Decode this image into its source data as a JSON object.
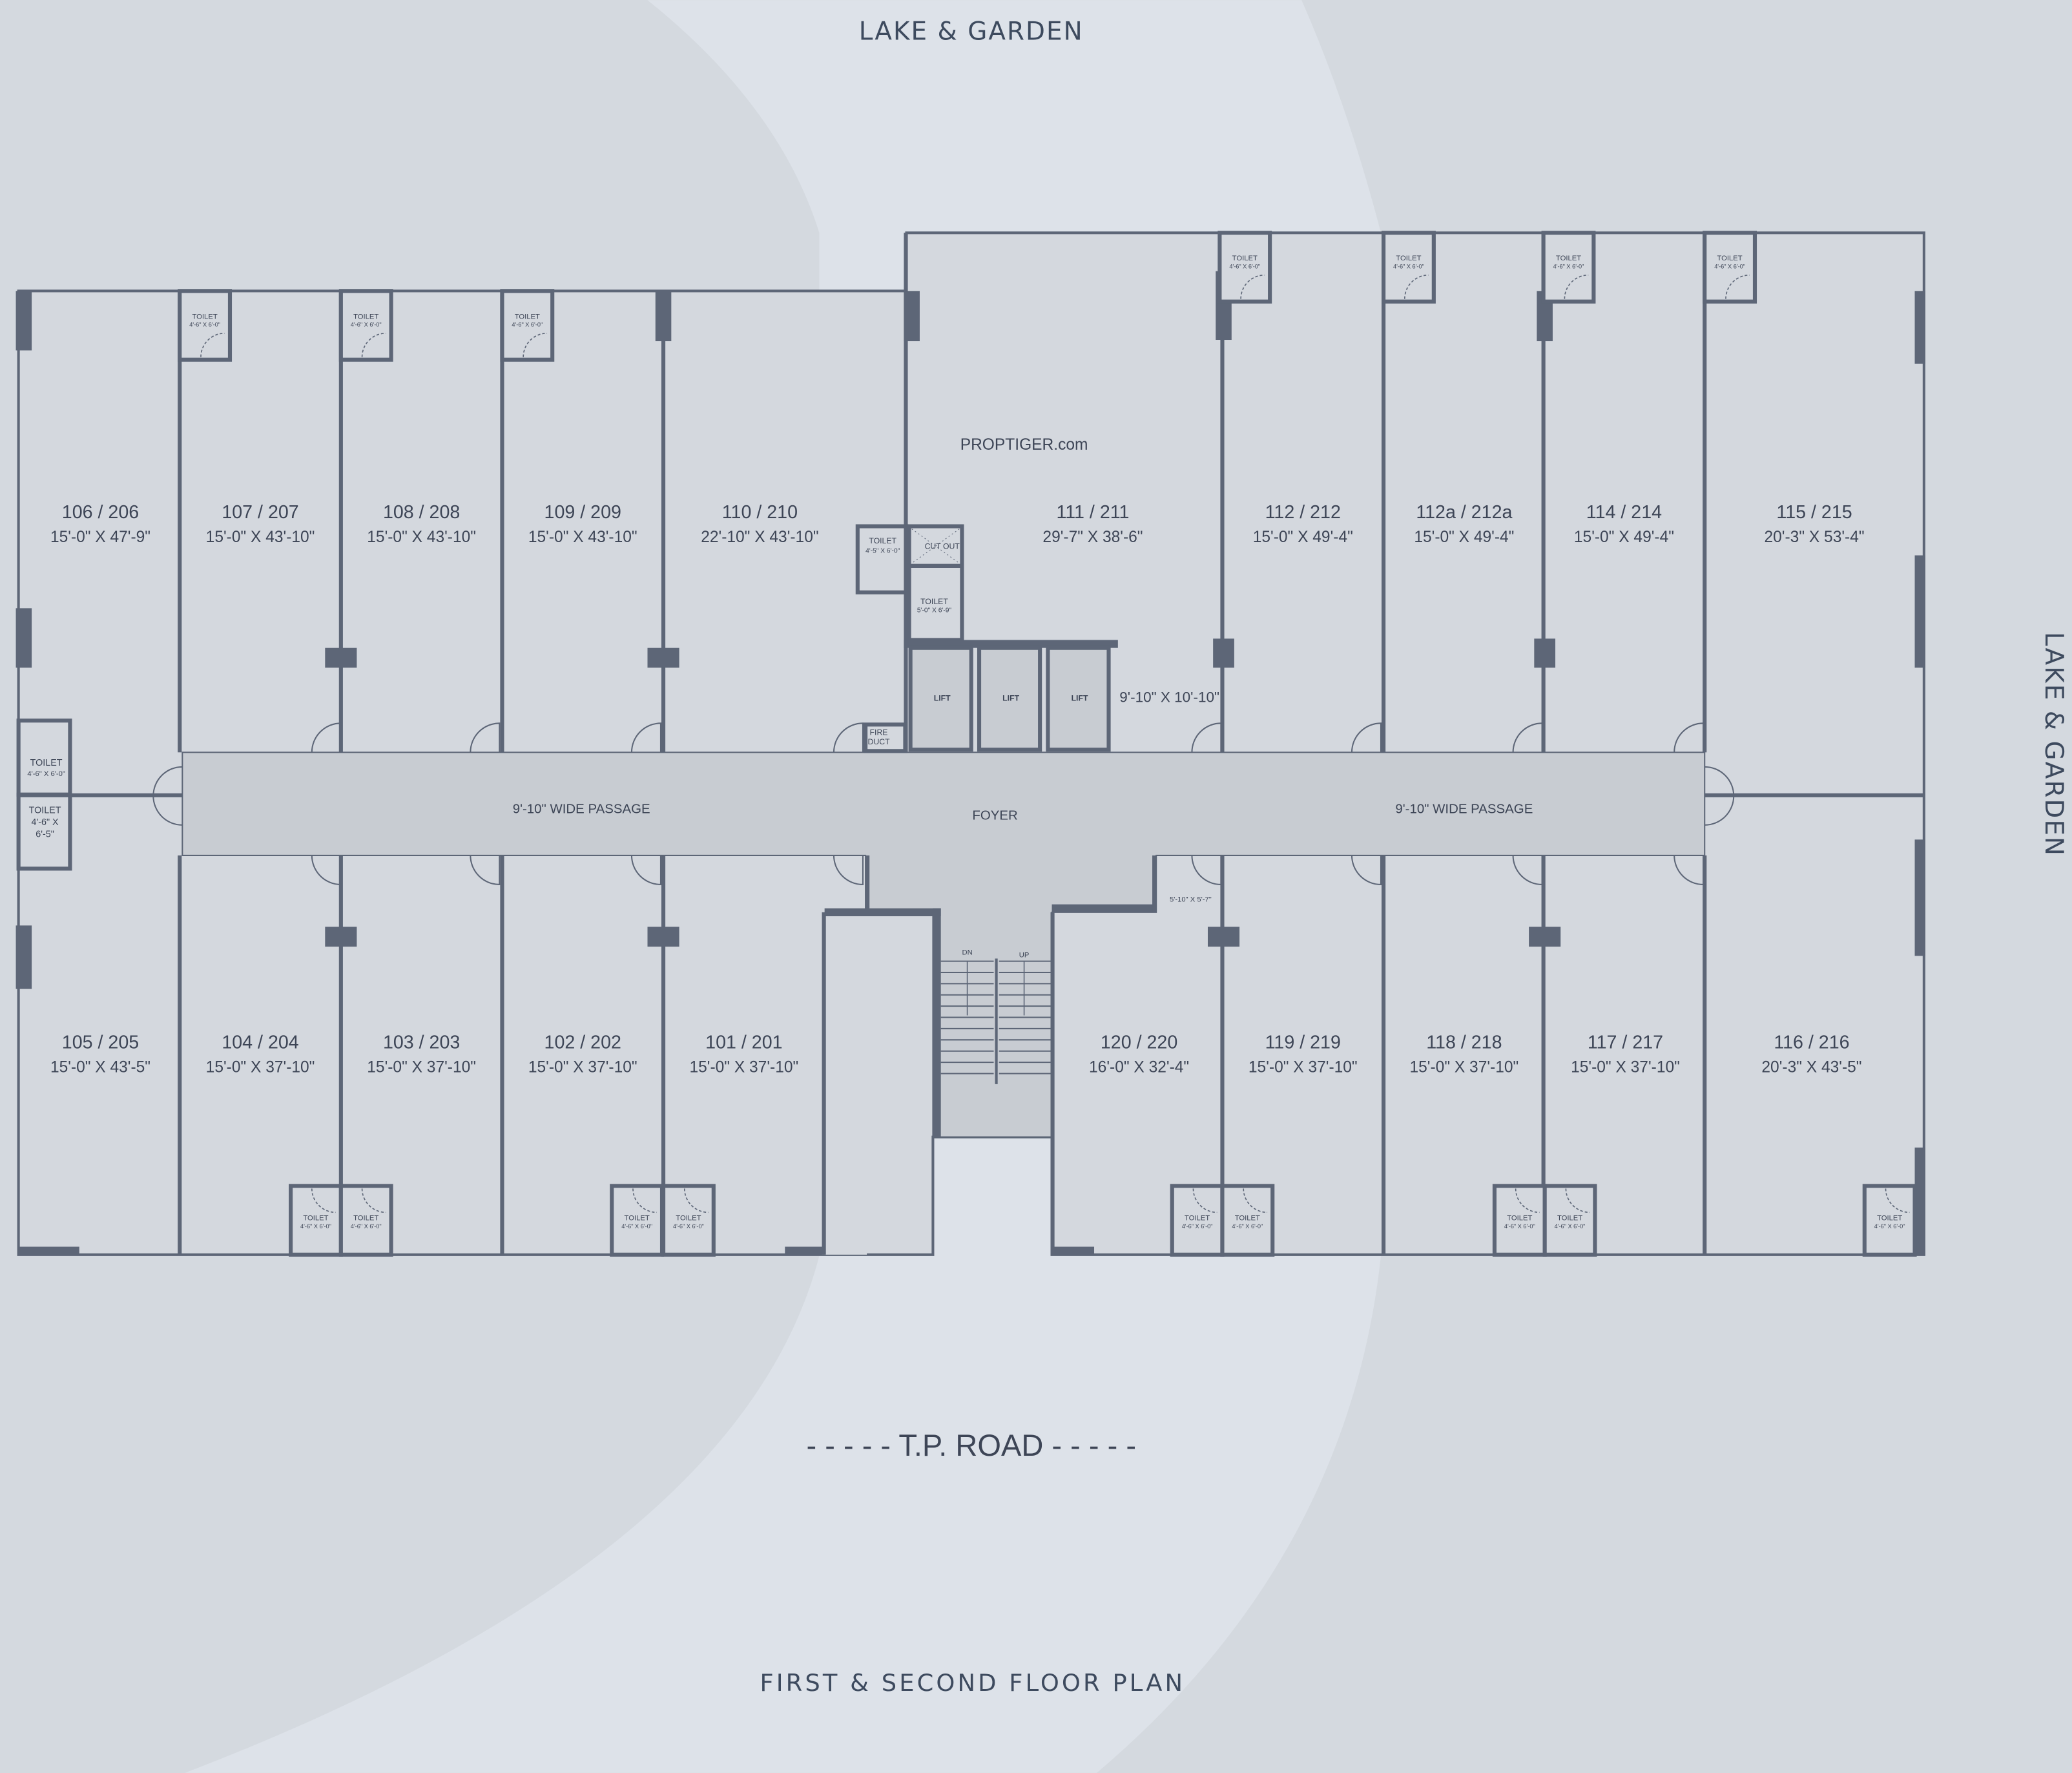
{
  "labels": {
    "top_side": "LAKE & GARDEN",
    "right_side": "LAKE & GARDEN",
    "road": "- - - - -  T.P. ROAD - - - - -",
    "plan_title": "FIRST & SECOND FLOOR PLAN",
    "watermark": "PROPTIGER.com",
    "passage_left": "9'-10\"  WIDE PASSAGE",
    "passage_right": "9'-10\" WIDE PASSAGE",
    "foyer": "FOYER",
    "lift": "LIFT",
    "lift_lobby_dim": "9'-10\" X 10'-10\"",
    "cutout": "CUT OUT",
    "fire_duct_1": "FIRE",
    "fire_duct_2": "DUCT",
    "stair_lobby_dim": "5'-10\" X 5'-7\"",
    "dn": "DN",
    "up": "UP",
    "toilet": "TOILET",
    "toilet_std_dim": "4'-6\" X 6'-0\"",
    "toilet_core1_dim": "4'-5\" X 6'-0\"",
    "toilet_core2_dim": "5'-0\" X 6'-9\"",
    "toilet_left2_dim_1": "4'-6\" X",
    "toilet_left2_dim_2": "6'-5\""
  },
  "rooms": [
    {
      "label": "106 / 206",
      "dim": "15'-0\" X 47'-9\""
    },
    {
      "label": "107 / 207",
      "dim": "15'-0\" X 43'-10\""
    },
    {
      "label": "108 / 208",
      "dim": "15'-0\" X 43'-10\""
    },
    {
      "label": "109 / 209",
      "dim": "15'-0\" X 43'-10\""
    },
    {
      "label": "110 / 210",
      "dim": "22'-10\" X 43'-10\""
    },
    {
      "label": "111 / 211",
      "dim": "29'-7\" X 38'-6\""
    },
    {
      "label": "112 / 212",
      "dim": "15'-0\" X 49'-4\""
    },
    {
      "label": "112a / 212a",
      "dim": "15'-0\" X 49'-4\""
    },
    {
      "label": "114 / 214",
      "dim": "15'-0\" X 49'-4\""
    },
    {
      "label": "115 / 215",
      "dim": "20'-3\" X 53'-4\""
    },
    {
      "label": "105 / 205",
      "dim": "15'-0\" X 43'-5\""
    },
    {
      "label": "104 / 204",
      "dim": "15'-0\" X 37'-10\""
    },
    {
      "label": "103 / 203",
      "dim": "15'-0\" X 37'-10\""
    },
    {
      "label": "102 / 202",
      "dim": "15'-0\" X 37'-10\""
    },
    {
      "label": "101 / 201",
      "dim": "15'-0\" X 37'-10\""
    },
    {
      "label": "120 / 220",
      "dim": "16'-0\" X 32'-4\""
    },
    {
      "label": "119 / 219",
      "dim": "15'-0\" X 37'-10\""
    },
    {
      "label": "118 / 218",
      "dim": "15'-0\" X 37'-10\""
    },
    {
      "label": "117 / 217",
      "dim": "15'-0\" X 37'-10\""
    },
    {
      "label": "116 / 216",
      "dim": "20'-3\" X 43'-5\""
    }
  ],
  "colors": {
    "wall": "#5d6677",
    "room": "#d4d8de",
    "passage": "#c8ccd2",
    "band": "#dde2e9",
    "bg": "#d4d9df"
  }
}
